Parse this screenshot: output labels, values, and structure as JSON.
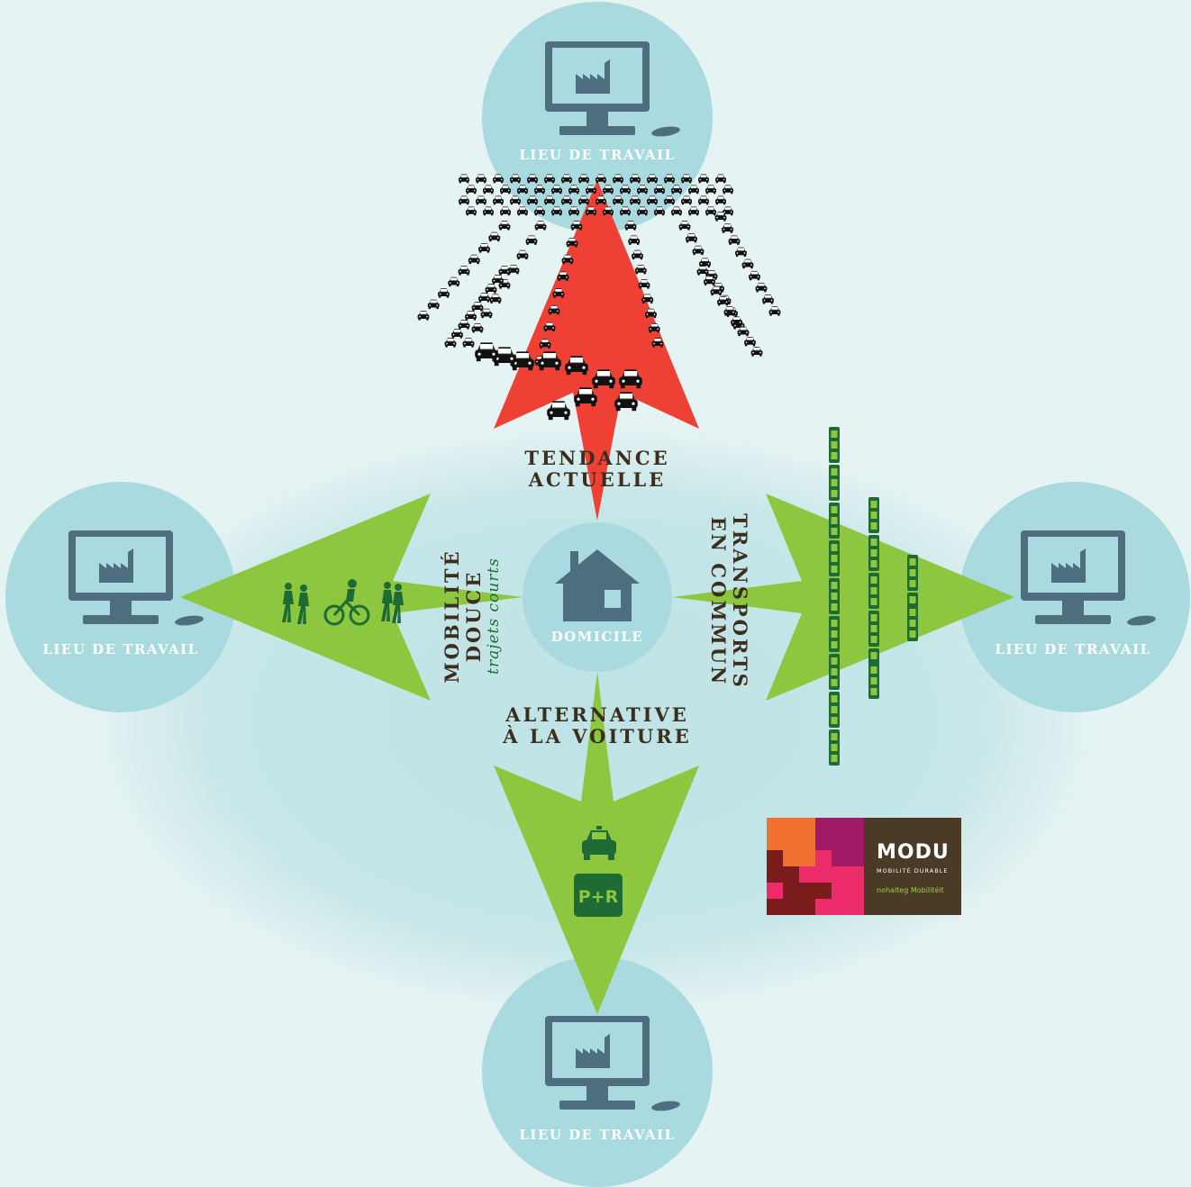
{
  "nodes": {
    "home": "DOMICILE",
    "workplace_top": "LIEU DE TRAVAIL",
    "workplace_left": "LIEU DE TRAVAIL",
    "workplace_right": "LIEU DE TRAVAIL",
    "workplace_bottom": "LIEU DE TRAVAIL"
  },
  "arrows": {
    "up": {
      "line1": "TENDANCE",
      "line2": "ACTUELLE"
    },
    "left": {
      "line1": "MOBILITÉ",
      "line2": "DOUCE",
      "sub": "trajets courts"
    },
    "right": {
      "line1": "TRANSPORTS",
      "line2": "EN COMMUN"
    },
    "down": {
      "line1": "ALTERNATIVE",
      "line2": "À LA VOITURE"
    }
  },
  "parking_sign": "P+R",
  "logo": {
    "title": "MODU",
    "subtitle": "MOBILITÉ DURABLE",
    "tagline": "nohalteg Mobilitéit"
  },
  "colors": {
    "circle": "#a8dadf",
    "icon": "#4e6e80",
    "red_arrow": "#ee4035",
    "green_arrow": "#8dc63f",
    "dark_green": "#1e6b36",
    "text": "#3a2e1e"
  },
  "icons": [
    "computer-icon",
    "factory-icon",
    "house-icon",
    "car-icon",
    "walker-icon",
    "cyclist-icon",
    "tram-icon",
    "parking-icon"
  ]
}
